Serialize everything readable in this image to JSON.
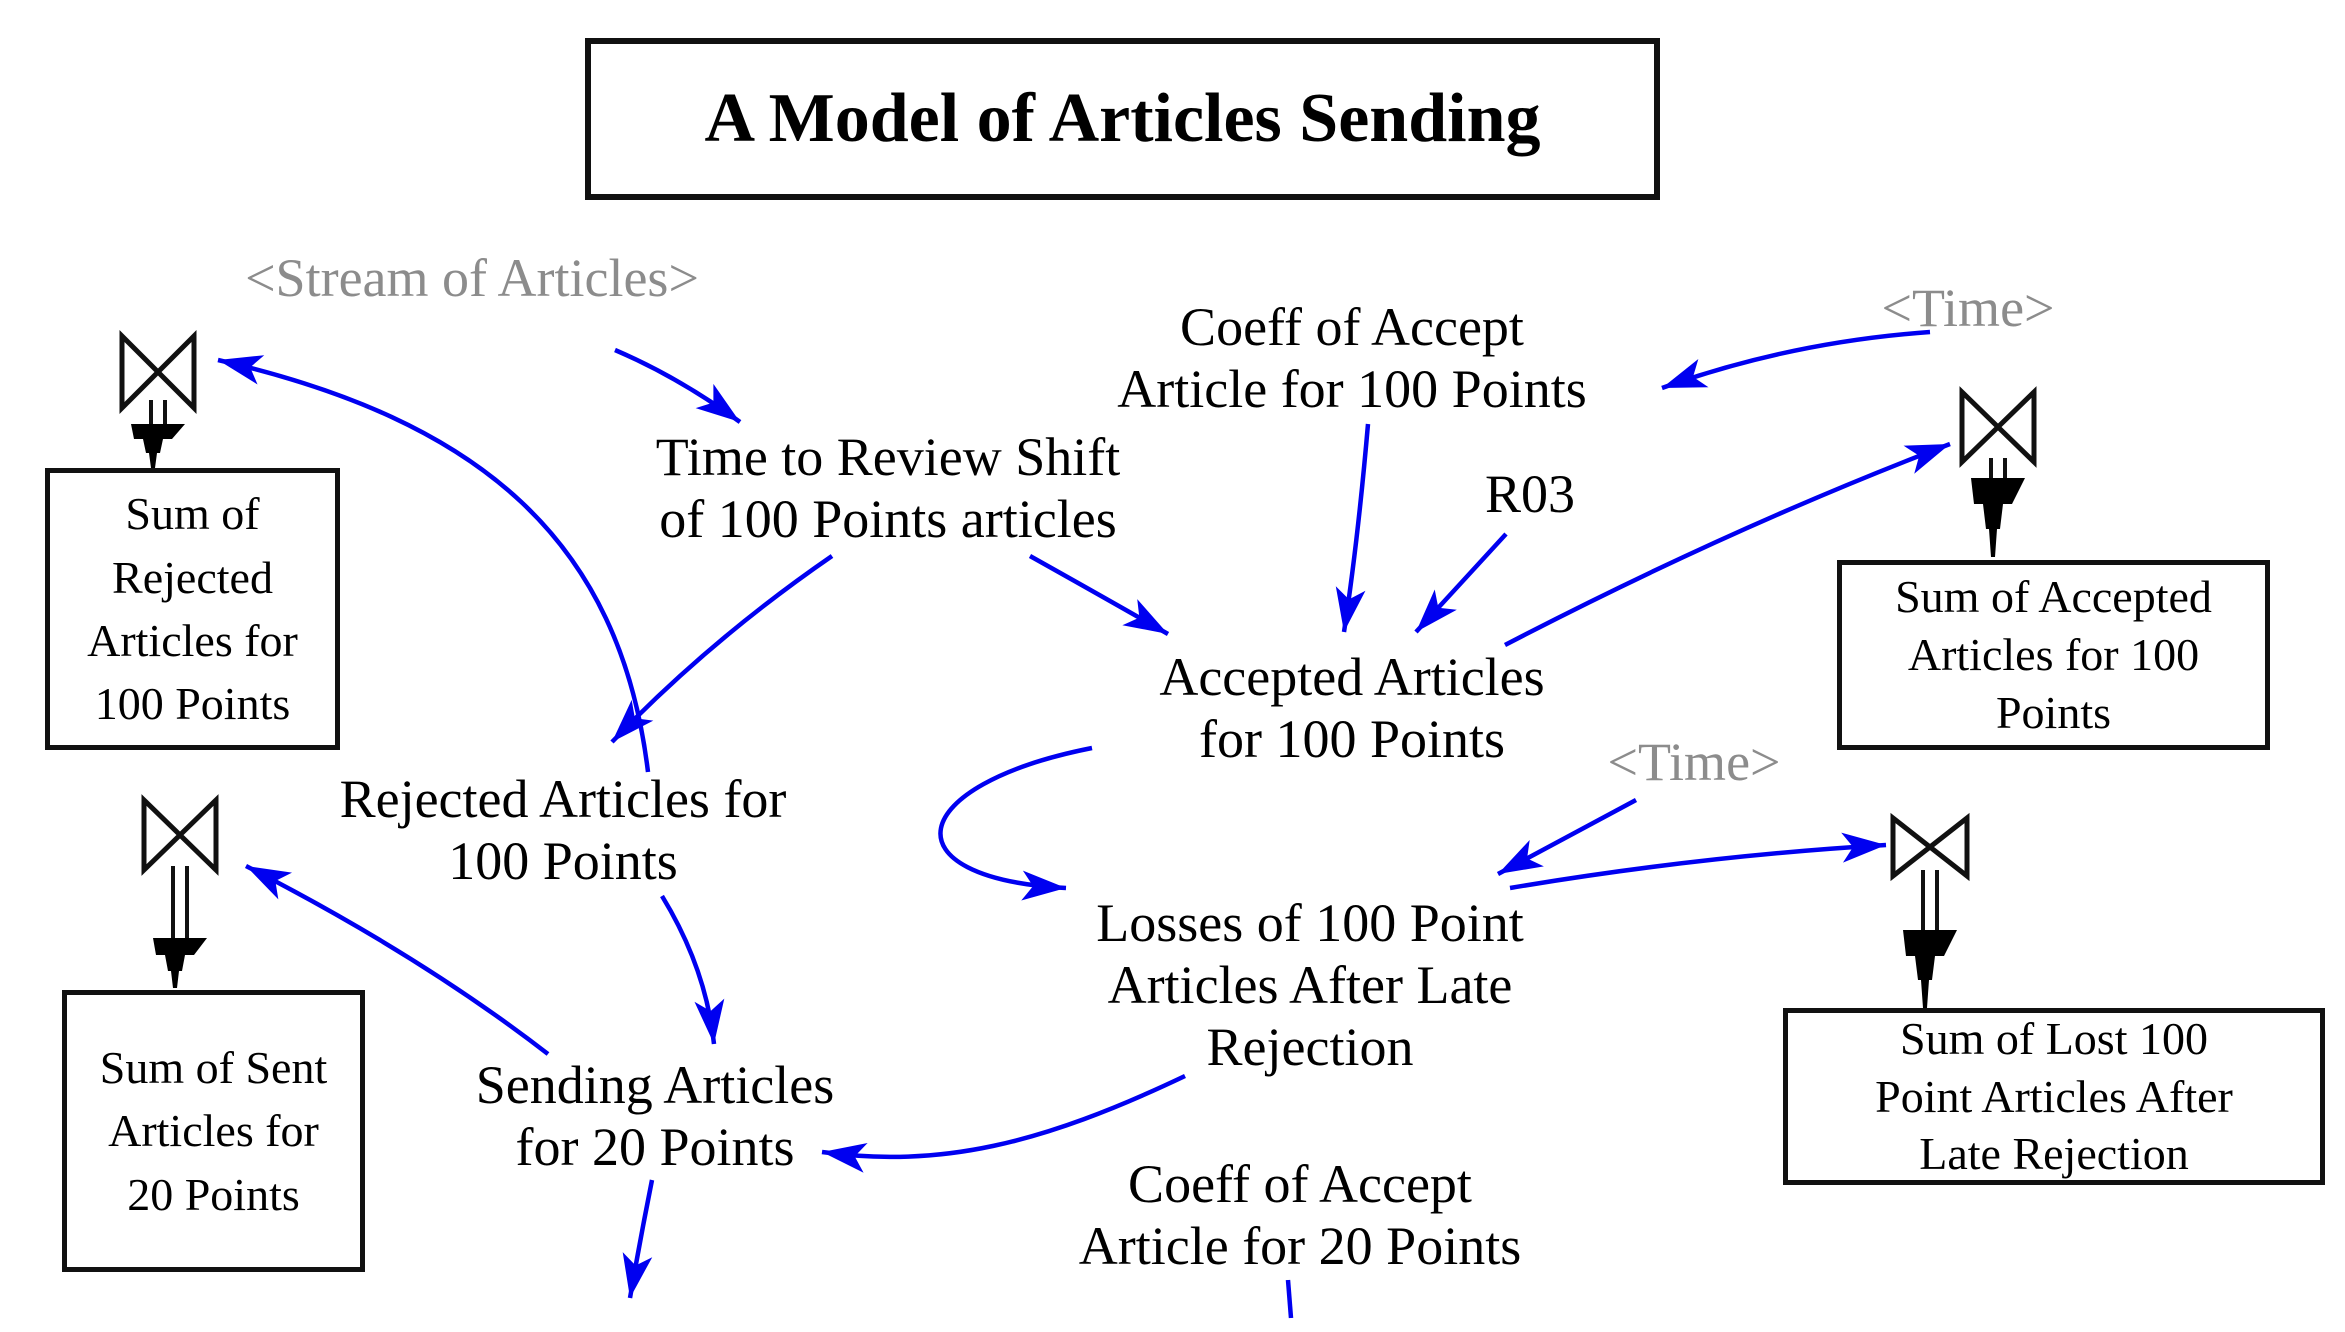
{
  "title": {
    "label": "A Model of Articles Sending"
  },
  "colors": {
    "connector_blue": "#0000f0",
    "text_black": "#000000",
    "shadow_gray": "#8c8c8c",
    "box_border": "#111111"
  },
  "nodes": {
    "stream_ref": {
      "label": "<Stream of Articles>"
    },
    "time_ref_1": {
      "label": "<Time>"
    },
    "time_ref_2": {
      "label": "<Time>"
    },
    "coeff_accept_100": {
      "label": "Coeff of Accept\nArticle for 100 Points"
    },
    "time_to_review": {
      "label": "Time to Review Shift\nof 100 Points articles"
    },
    "r03": {
      "label": "R03"
    },
    "accepted_100": {
      "label": "Accepted Articles\nfor 100 Points"
    },
    "rejected_100": {
      "label": "Rejected Articles for\n100 Points"
    },
    "losses_100": {
      "label": "Losses of 100 Point\nArticles After Late\nRejection"
    },
    "sending_20": {
      "label": "Sending Articles\nfor 20 Points"
    },
    "coeff_accept_20": {
      "label": "Coeff of Accept\nArticle for 20 Points"
    }
  },
  "stocks": {
    "sum_rejected_100": {
      "label": "Sum of\nRejected\nArticles for\n100 Points"
    },
    "sum_sent_20": {
      "label": "Sum of Sent\nArticles for\n20 Points"
    },
    "sum_accepted_100": {
      "label": "Sum of Accepted\nArticles for 100\nPoints"
    },
    "sum_lost_100": {
      "label": "Sum of Lost 100\nPoint Articles After\nLate Rejection"
    }
  }
}
